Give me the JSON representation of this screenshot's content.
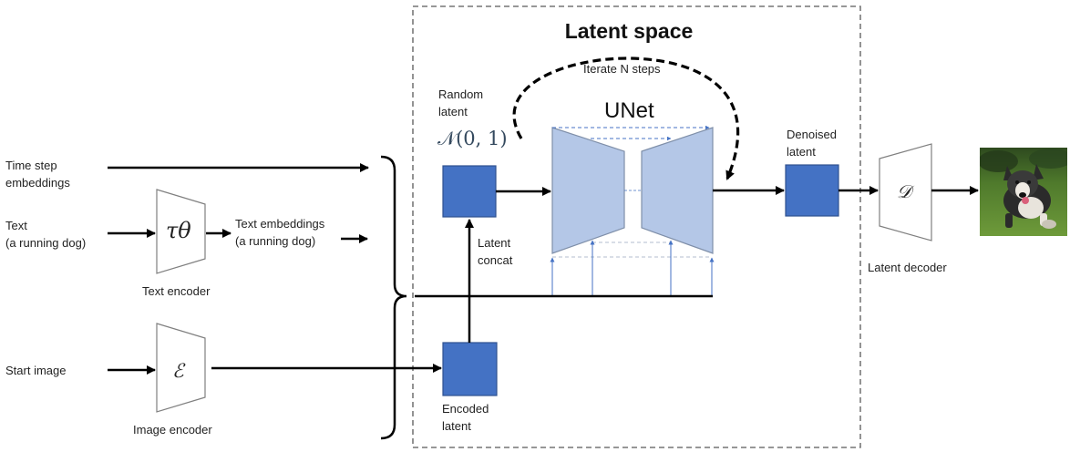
{
  "latent_space": {
    "title": "Latent space",
    "iterate_label": "Iterate N steps",
    "unet_label": "UNet"
  },
  "random_latent": {
    "label": "Random\nlatent",
    "distribution": "𝒩(0, 1)"
  },
  "encoded_latent": {
    "label": "Encoded\nlatent"
  },
  "latent_concat": {
    "label": "Latent\nconcat"
  },
  "denoised_latent": {
    "label": "Denoised\nlatent"
  },
  "inputs": {
    "time_step": "Time step\nembeddings",
    "text": "Text\n(a running dog)",
    "text_embeddings": "Text embeddings\n(a running dog)",
    "start_image": "Start image"
  },
  "encoders": {
    "text_symbol": "τθ",
    "text_encoder_label": "Text encoder",
    "image_symbol": "ℰ",
    "image_encoder_label": "Image encoder"
  },
  "decoder": {
    "symbol": "𝒟",
    "label": "Latent decoder"
  },
  "colors": {
    "latent_box": "#4472c4",
    "unet_fill": "#b4c7e7",
    "unet_stroke": "#7f8fa9",
    "skip_arrow": "#4472c4",
    "frame": "#595959",
    "line": "#000000"
  },
  "output_image": {
    "icon": "running-dog-photo"
  }
}
